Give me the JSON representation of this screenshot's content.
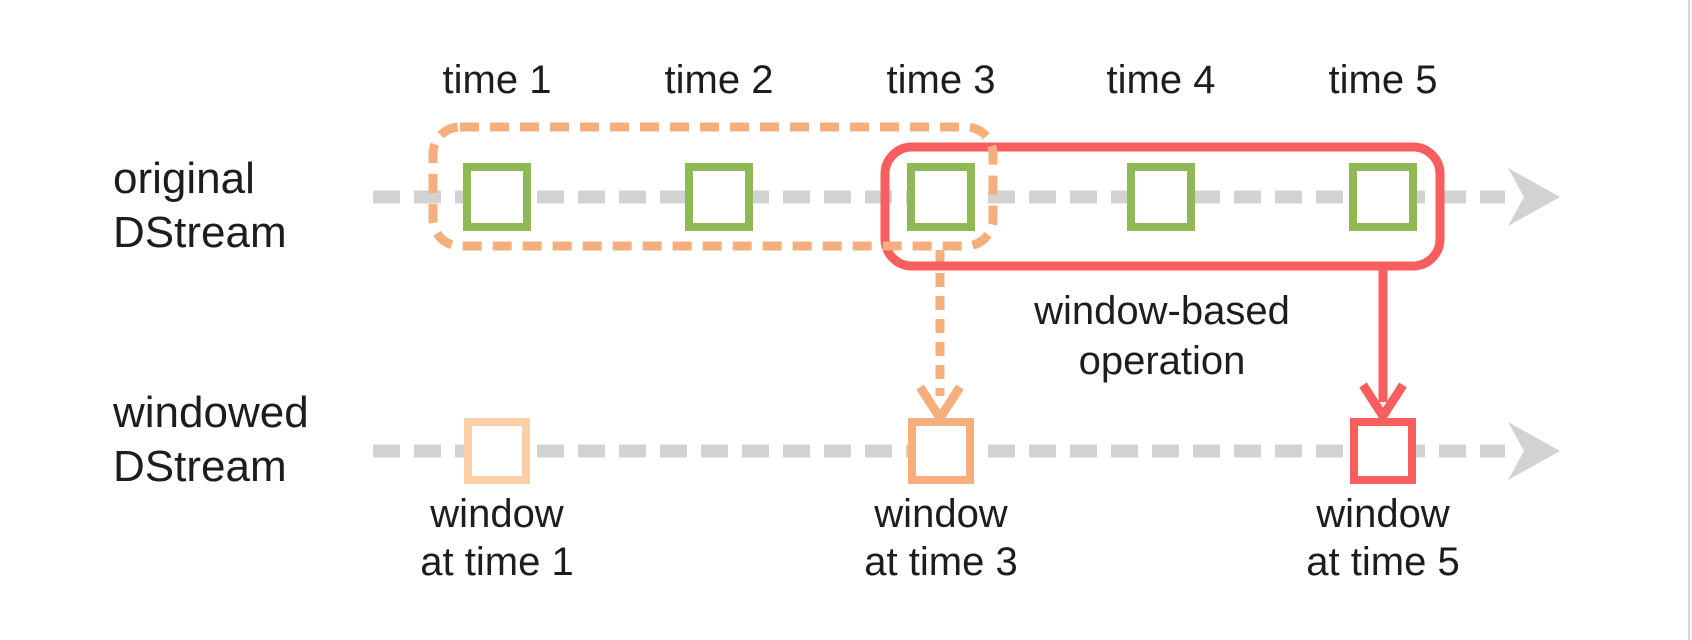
{
  "colors": {
    "green": "#8fb954",
    "orange": "#f5af7d",
    "orange_pale": "#facfa6",
    "red": "#f75e5d",
    "gray_line": "#d2d2d2",
    "text": "#1d1d1d",
    "edge": "#d8d8d8"
  },
  "original_stream": {
    "label_line1": "original",
    "label_line2": "DStream",
    "time_labels": [
      "time 1",
      "time 2",
      "time 3",
      "time 4",
      "time 5"
    ]
  },
  "operation": {
    "line1": "window-based",
    "line2": "operation"
  },
  "windowed_stream": {
    "label_line1": "windowed",
    "label_line2": "DStream",
    "window_labels": [
      {
        "line1": "window",
        "line2": "at time 1"
      },
      {
        "line1": "window",
        "line2": "at time 3"
      },
      {
        "line1": "window",
        "line2": "at time 5"
      }
    ]
  }
}
